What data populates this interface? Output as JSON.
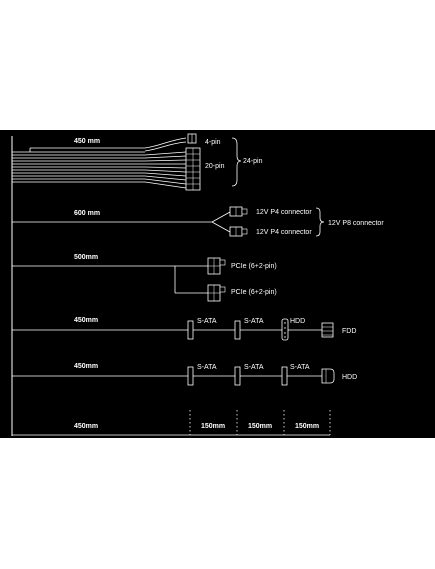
{
  "cables": {
    "atx": {
      "length": "450 mm",
      "pin4": "4-pin",
      "pin20": "20-pin",
      "pin24": "24-pin"
    },
    "cpu": {
      "length": "600 mm",
      "p4a": "12V P4 connector",
      "p4b": "12V P4 connector",
      "p8": "12V P8 connector"
    },
    "pcie": {
      "length": "500mm",
      "conn1": "PCIe (6+2-pin)",
      "conn2": "PCIe (6+2-pin)"
    },
    "peripheral1": {
      "length": "450mm",
      "sata1": "S-ATA",
      "sata2": "S-ATA",
      "hdd": "HDD",
      "fdd": "FDD"
    },
    "peripheral2": {
      "length": "450mm",
      "sata1": "S-ATA",
      "sata2": "S-ATA",
      "sata3": "S-ATA",
      "hdd": "HDD"
    }
  },
  "dimensions": {
    "first": "450mm",
    "seg1": "150mm",
    "seg2": "150mm",
    "seg3": "150mm"
  },
  "colors": {
    "background": "#000000",
    "line": "#ffffff",
    "page": "#ffffff"
  }
}
